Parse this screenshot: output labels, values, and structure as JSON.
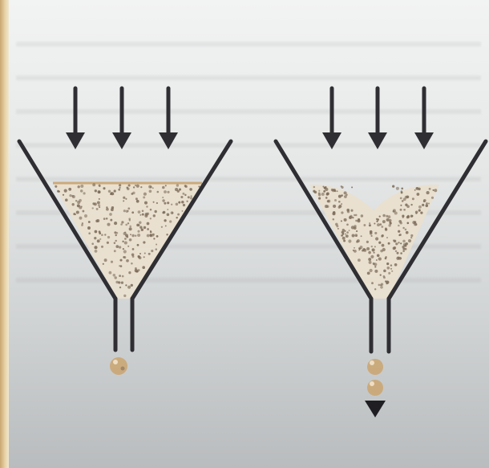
{
  "figure": {
    "description_free": true,
    "panels": [
      {
        "id": "left",
        "arrow_count": 3,
        "surface": "flat",
        "outflow_drops": 1,
        "outflow_arrow": false
      },
      {
        "id": "right",
        "arrow_count": 3,
        "surface": "dipped",
        "outflow_drops": 2,
        "outflow_arrow": true
      }
    ],
    "colors": {
      "line": "#2f2f33",
      "fill": "#e9dfcf",
      "dots": "#7b6a57",
      "drops": "#caa56f"
    },
    "icons": {
      "arrow": "down-arrow-icon",
      "funnel": "funnel-icon",
      "drop": "drop-icon"
    }
  }
}
